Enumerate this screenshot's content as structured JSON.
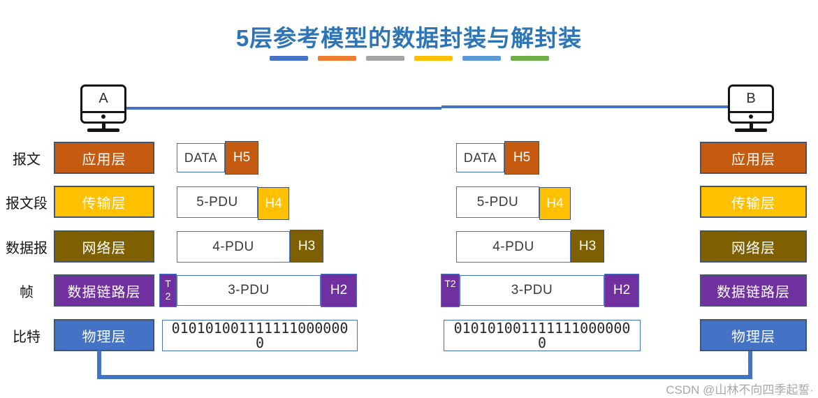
{
  "title": "5层参考模型的数据封装与解封装",
  "theme": {
    "title_color": "#2E75B6",
    "line_color": "#4472C4",
    "divider_colors": [
      "#4472C4",
      "#ED7D31",
      "#A5A5A5",
      "#FFC000",
      "#5B9BD5",
      "#70AD47"
    ]
  },
  "hosts": {
    "left_label": "A",
    "right_label": "B"
  },
  "row_labels": [
    "报文",
    "报文段",
    "数据报",
    "帧",
    "比特"
  ],
  "layers": [
    {
      "name": "应用层",
      "color": "#C55A11"
    },
    {
      "name": "传输层",
      "color": "#FFC000"
    },
    {
      "name": "网络层",
      "color": "#7F6000"
    },
    {
      "name": "数据链路层",
      "color": "#7030A0"
    },
    {
      "name": "物理层",
      "color": "#4472C4"
    }
  ],
  "pdus": [
    {
      "payload": "DATA",
      "header": "H5",
      "header_color": "#C55A11"
    },
    {
      "payload": "5-PDU",
      "header": "H4",
      "header_color": "#FFC000"
    },
    {
      "payload": "4-PDU",
      "header": "H3",
      "header_color": "#7F6000"
    },
    {
      "payload": "3-PDU",
      "header": "H2",
      "trailer": "T2",
      "header_color": "#7030A0"
    },
    {
      "bits": "0101010011111110000000"
    }
  ],
  "watermark": "CSDN @山林不向四季起誓·"
}
